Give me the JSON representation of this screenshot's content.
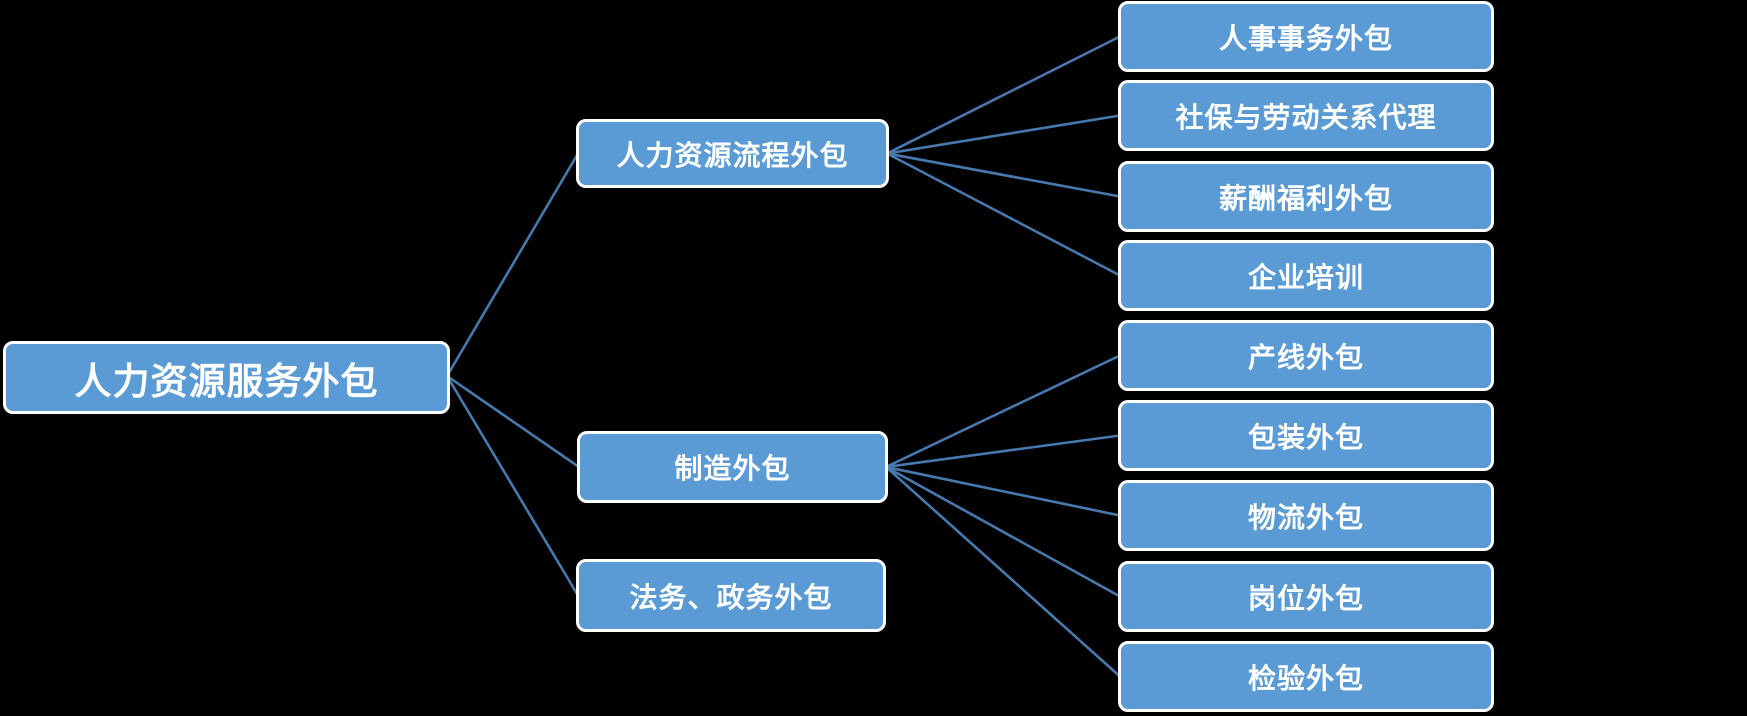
{
  "diagram": {
    "type": "mindmap",
    "colors": {
      "background": "#000000",
      "node_fill": "#5B9BD5",
      "node_border": "#FFFFFF",
      "node_text": "#FFFFFF",
      "connector": "#4679AD"
    },
    "root": {
      "label": "人力资源服务外包"
    },
    "branches": [
      {
        "label": "人力资源流程外包",
        "children": [
          {
            "label": "人事事务外包"
          },
          {
            "label": "社保与劳动关系代理"
          },
          {
            "label": "薪酬福利外包"
          },
          {
            "label": "企业培训"
          }
        ]
      },
      {
        "label": "制造外包",
        "children": [
          {
            "label": "产线外包"
          },
          {
            "label": "包装外包"
          },
          {
            "label": "物流外包"
          },
          {
            "label": "岗位外包"
          },
          {
            "label": "检验外包"
          }
        ]
      },
      {
        "label": "法务、政务外包",
        "children": []
      }
    ]
  }
}
